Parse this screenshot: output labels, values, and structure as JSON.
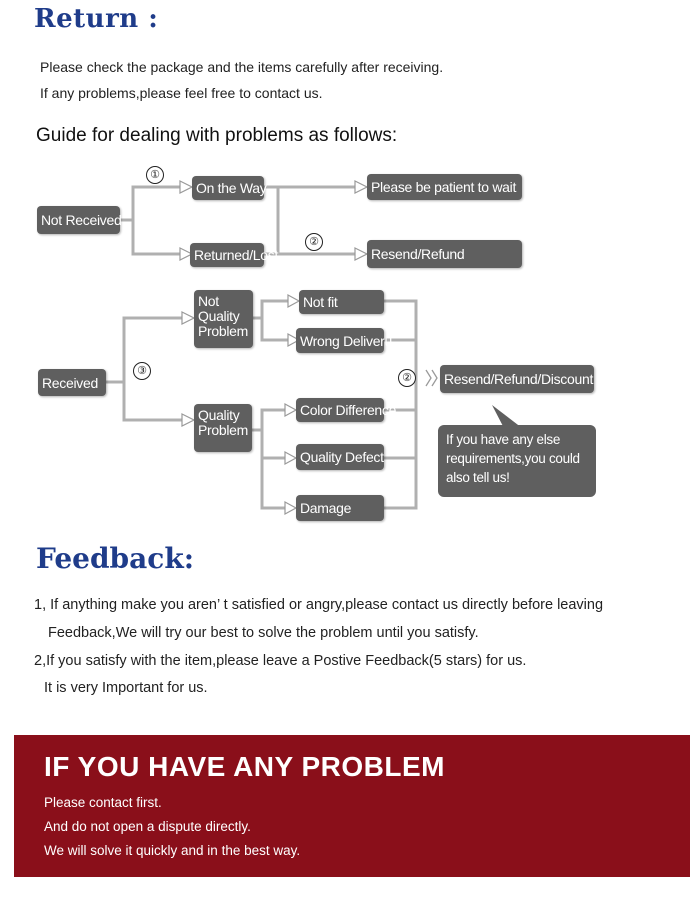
{
  "return_section": {
    "heading": "Return :",
    "line1": "Please check the package and the items carefully after receiving.",
    "line2": "If any problems,please feel free to contact us."
  },
  "guide": {
    "title": "Guide for dealing with problems as follows:",
    "not_received": "Not Received",
    "on_the_way": "On the Way",
    "please_wait": "Please be patient to wait",
    "returned_lost": "Returned/Lost",
    "resend_refund": "Resend/Refund",
    "received": "Received",
    "not_quality_problem": "Not Quality Problem",
    "not_fit": "Not fit",
    "wrong_delivery": "Wrong Deliveru",
    "quality_problem": "Quality Problem",
    "color_difference": "Color Difference",
    "quality_defect": "Quality Defect",
    "damage": "Damage",
    "resend_refund_discount": "Resend/Refund/Discount",
    "bubble": "If you have any else requirements,you could also tell us!",
    "marker1": "①",
    "marker2": "②",
    "marker3": "③"
  },
  "feedback": {
    "heading": "Feedback:",
    "line1": "1, If anything make you aren’ t satisfied or angry,please contact us directly before leaving",
    "line2": "Feedback,We will try our best to solve the problem until you satisfy.",
    "line3": "2,If you satisfy with the item,please leave a Postive Feedback(5 stars) for us.",
    "line4": "It is very Important for us."
  },
  "banner": {
    "title": "IF YOU HAVE ANY PROBLEM",
    "line1": "Please contact first.",
    "line2": "And do not open a dispute directly.",
    "line3": "We will solve it quickly and in the best way.",
    "background_color": "#8a0f1a"
  },
  "colors": {
    "heading": "#1f3c8a",
    "box": "#5f5f5f"
  }
}
